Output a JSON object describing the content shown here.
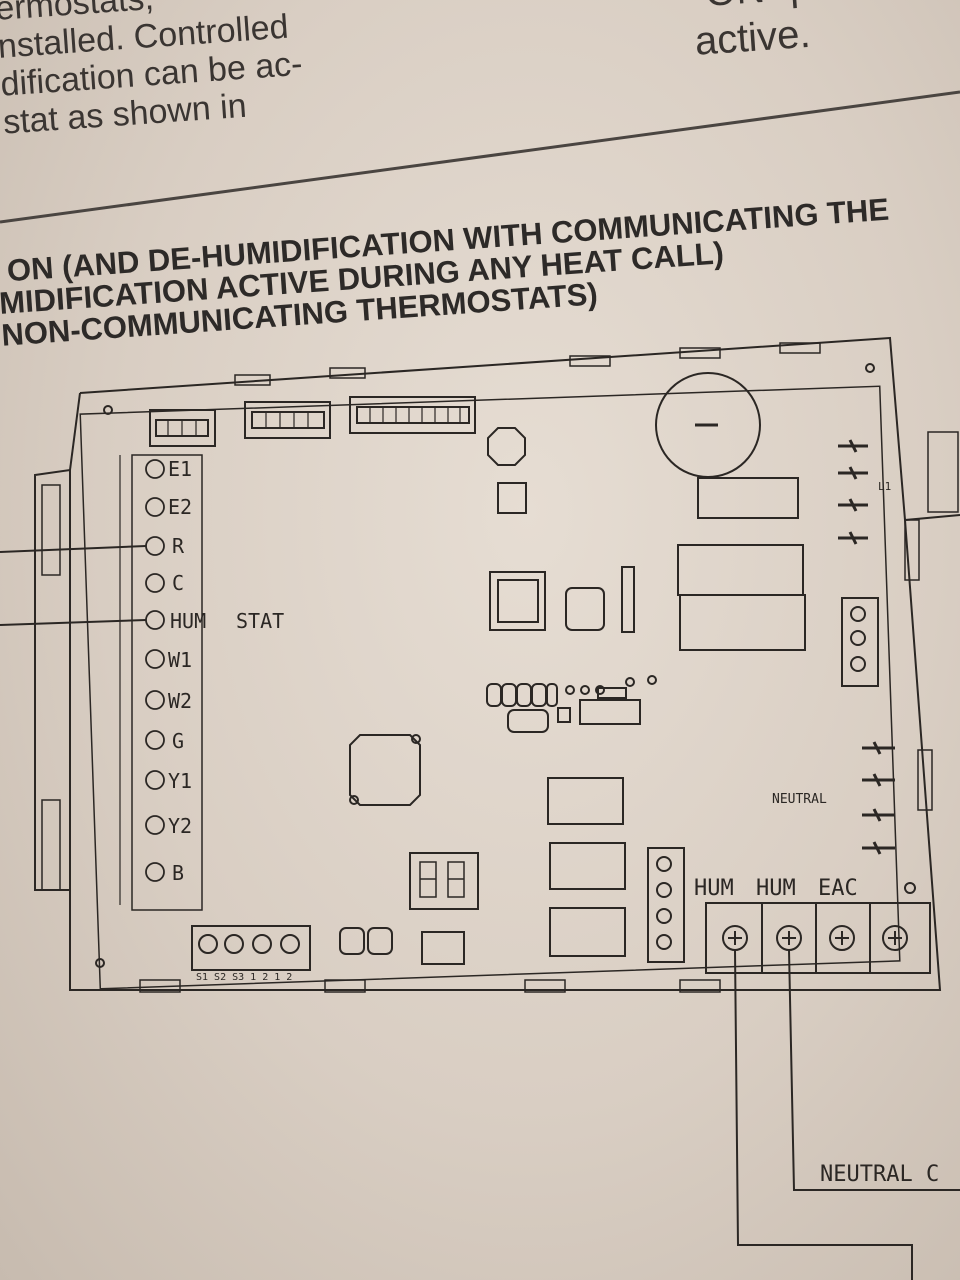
{
  "top_left_text": [
    "ermostats, ",
    "nstalled. Controlled",
    "dification can be ac-",
    "stat as shown in"
  ],
  "top_right_text": [
    "“ON” p",
    "active."
  ],
  "heading_lines": [
    "ON (AND DE-HUMIDIFICATION WITH COMMUNICATING THE",
    "MIDIFICATION ACTIVE DURING ANY HEAT CALL)",
    "NON-COMMUNICATING THERMOSTATS)"
  ],
  "terminals": [
    "E1",
    "E2",
    "R",
    "C",
    "HUM",
    "W1",
    "W2",
    "G",
    "Y1",
    "Y2",
    "B"
  ],
  "hum_stat_label": "STAT",
  "l1_label": "L1",
  "neutral_label": "NEUTRAL",
  "bottom_terminal_labels": [
    "HUM",
    "HUM",
    "EAC"
  ],
  "dip_labels": "S1 S2 S3 1 2 1 2",
  "neutral_c_label": "NEUTRAL C",
  "colors": {
    "paper": "#ddd2c7",
    "ink": "#2b2724"
  }
}
